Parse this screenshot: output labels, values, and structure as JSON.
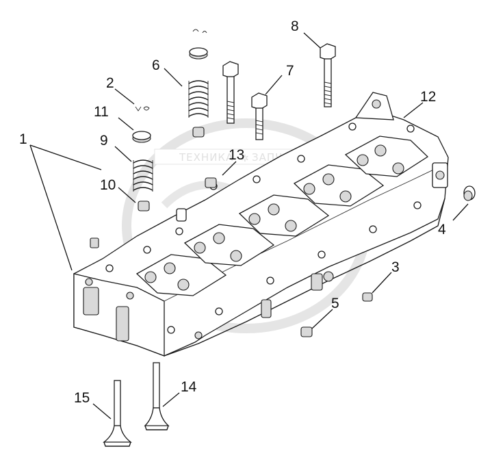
{
  "watermark": {
    "left_text": "ТЕХНИКА",
    "right_text": "ЗАПЧАСТИ",
    "color": "#c8c8c8"
  },
  "callouts": [
    {
      "id": "1",
      "label": "1"
    },
    {
      "id": "2",
      "label": "2"
    },
    {
      "id": "3",
      "label": "3"
    },
    {
      "id": "4",
      "label": "4"
    },
    {
      "id": "5",
      "label": "5"
    },
    {
      "id": "6",
      "label": "6"
    },
    {
      "id": "7",
      "label": "7"
    },
    {
      "id": "8",
      "label": "8"
    },
    {
      "id": "9",
      "label": "9"
    },
    {
      "id": "10",
      "label": "10"
    },
    {
      "id": "11",
      "label": "11"
    },
    {
      "id": "12",
      "label": "12"
    },
    {
      "id": "13",
      "label": "13"
    },
    {
      "id": "14",
      "label": "14"
    },
    {
      "id": "15",
      "label": "15"
    }
  ],
  "colors": {
    "line": "#1a1a1a",
    "background": "#ffffff"
  }
}
